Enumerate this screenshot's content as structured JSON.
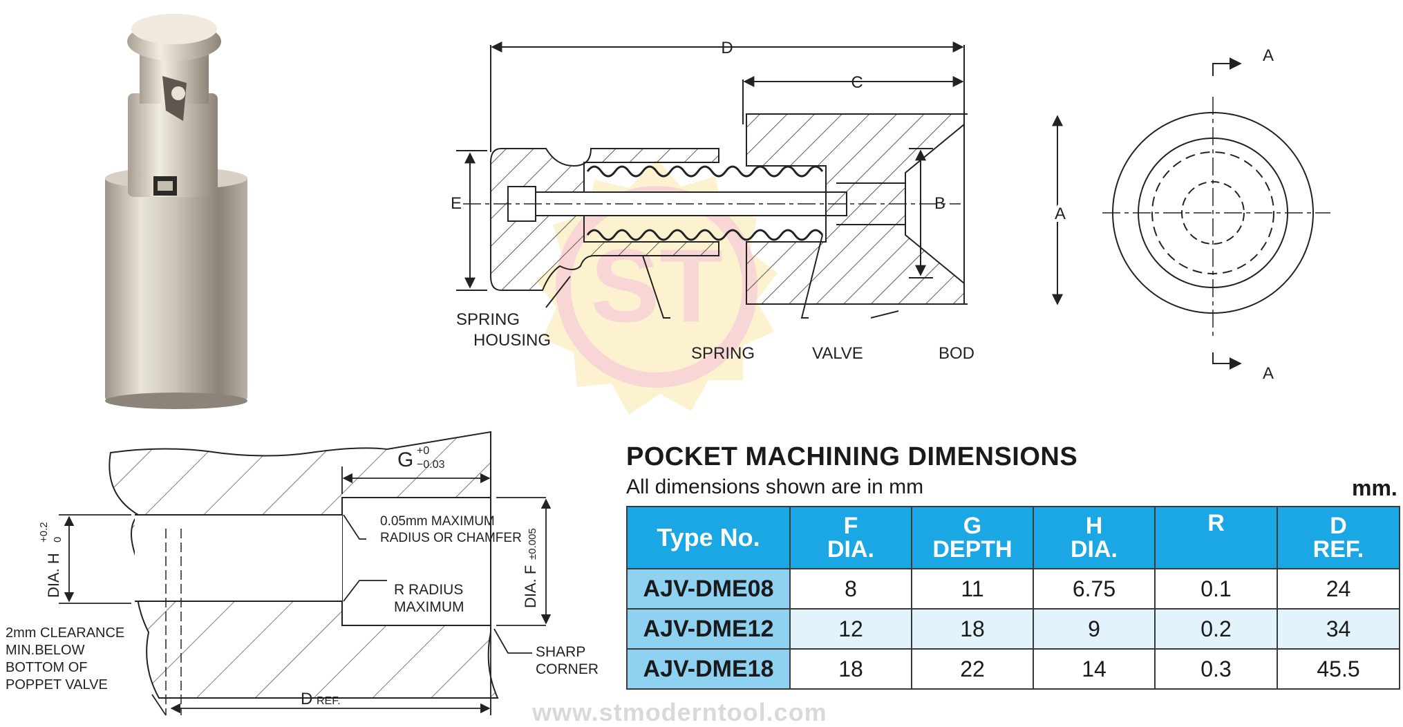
{
  "website": "www.stmoderntool.com",
  "watermark": {
    "logo_text": "ST"
  },
  "assembly_drawing": {
    "dim_labels": {
      "d": "D",
      "c": "C",
      "e": "E",
      "b": "B",
      "a": "A"
    },
    "part_labels": {
      "spring_housing": [
        "SPRING",
        "HOUSING"
      ],
      "spring": "SPRING",
      "valve": "VALVE",
      "body": "BODY"
    }
  },
  "end_view": {
    "section_top": "A",
    "section_bottom": "A"
  },
  "pocket_drawing": {
    "g_label": "G",
    "g_tol_upper": "+0",
    "g_tol_lower": "−0.03",
    "h_label": "DIA. H",
    "h_tol_upper": "+0.2",
    "h_tol_lower": "0",
    "f_label": "DIA. F",
    "f_tol": "±0.005",
    "note_radius_chamfer": [
      "0.05mm MAXIMUM",
      "RADIUS OR CHAMFER"
    ],
    "note_r_radius": [
      "R RADIUS",
      "MAXIMUM"
    ],
    "note_clearance": [
      "2mm CLEARANCE",
      "MIN.BELOW",
      "BOTTOM OF",
      "POPPET VALVE"
    ],
    "note_sharp_corner": [
      "SHARP",
      "CORNER"
    ],
    "d_ref_label": "D",
    "d_ref_suffix": "REF."
  },
  "pocket_dimensions": {
    "title": "POCKET MACHINING DIMENSIONS",
    "subtitle": "All dimensions shown are in mm",
    "unit": "mm.",
    "columns": [
      {
        "line1": "Type  No.",
        "line2": ""
      },
      {
        "line1": "F",
        "line2": "DIA."
      },
      {
        "line1": "G",
        "line2": "DEPTH"
      },
      {
        "line1": "H",
        "line2": "DIA."
      },
      {
        "line1": "R",
        "line2": ""
      },
      {
        "line1": "D",
        "line2": "REF."
      }
    ],
    "rows": [
      {
        "type": "AJV-DME08",
        "f": "8",
        "g": "11",
        "h": "6.75",
        "r": "0.1",
        "d": "24"
      },
      {
        "type": "AJV-DME12",
        "f": "12",
        "g": "18",
        "h": "9",
        "r": "0.2",
        "d": "34"
      },
      {
        "type": "AJV-DME18",
        "f": "18",
        "g": "22",
        "h": "14",
        "r": "0.3",
        "d": "45.5"
      }
    ]
  },
  "colors": {
    "header_blue": "#1aa7e4",
    "type_cell_blue": "#8fd1f1",
    "row_light_blue": "#e2f3fc",
    "watermark_yellow": "#fbe9a8",
    "watermark_red": "#f4b6b6"
  }
}
